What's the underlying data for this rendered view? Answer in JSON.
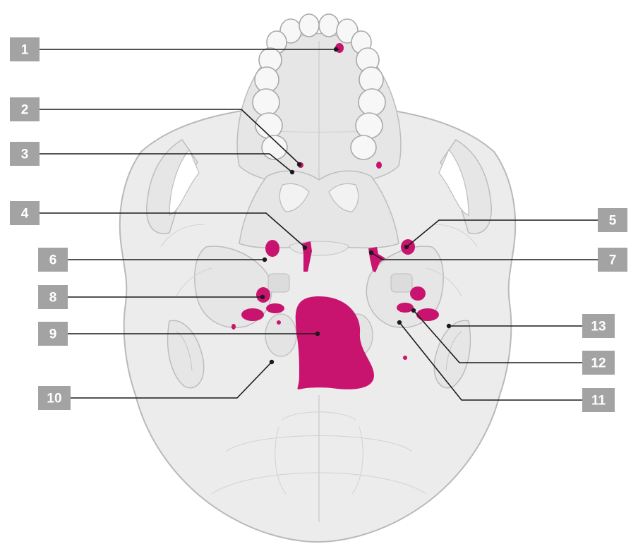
{
  "labels": [
    {
      "id": "1",
      "text": "1"
    },
    {
      "id": "2",
      "text": "2"
    },
    {
      "id": "3",
      "text": "3"
    },
    {
      "id": "4",
      "text": "4"
    },
    {
      "id": "5",
      "text": "5"
    },
    {
      "id": "6",
      "text": "6"
    },
    {
      "id": "7",
      "text": "7"
    },
    {
      "id": "8",
      "text": "8"
    },
    {
      "id": "9",
      "text": "9"
    },
    {
      "id": "10",
      "text": "10"
    },
    {
      "id": "11",
      "text": "11"
    },
    {
      "id": "12",
      "text": "12"
    },
    {
      "id": "13",
      "text": "13"
    }
  ],
  "colors": {
    "foramen": "#c8146e",
    "label_box": "#a3a3a3",
    "label_text": "#ffffff",
    "leader": "#1a1a1a",
    "bone": "#ececec",
    "bone_outline": "#b9b9b9"
  }
}
